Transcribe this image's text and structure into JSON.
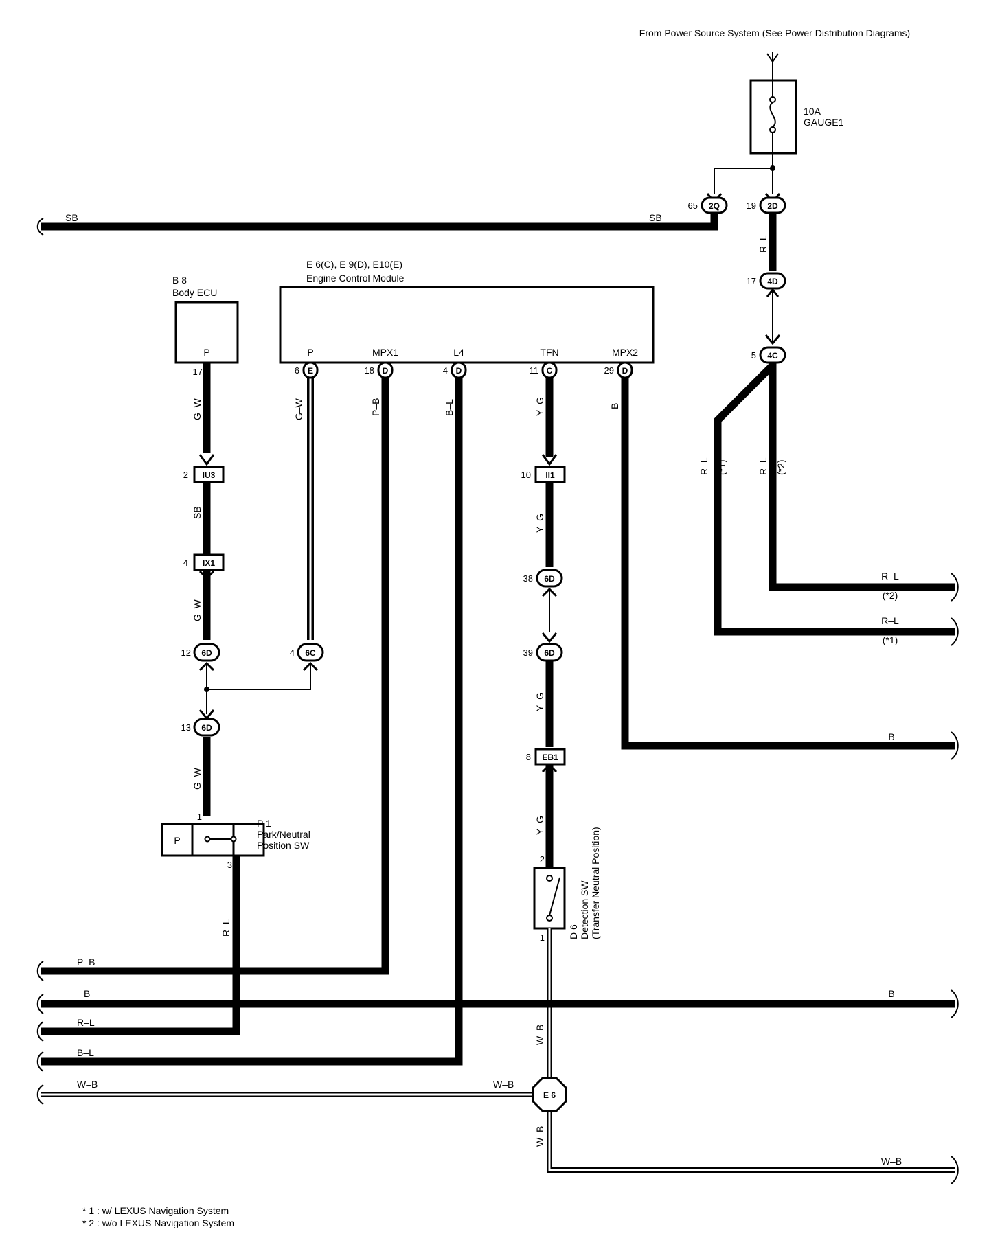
{
  "header": {
    "power_source": "From Power Source System (See Power Distribution Diagrams)"
  },
  "fuse": {
    "rating": "10A",
    "name": "GAUGE1"
  },
  "modules": {
    "body_ecu": {
      "code": "B 8",
      "name": "Body ECU",
      "terminal": "P",
      "pin": "17"
    },
    "ecm": {
      "code": "E 6(C), E 9(D), E10(E)",
      "name": "Engine Control Module",
      "terminals": [
        {
          "label": "P",
          "pin": "6",
          "conn": "E"
        },
        {
          "label": "MPX1",
          "pin": "18",
          "conn": "D"
        },
        {
          "label": "L4",
          "pin": "4",
          "conn": "D"
        },
        {
          "label": "TFN",
          "pin": "11",
          "conn": "C"
        },
        {
          "label": "MPX2",
          "pin": "29",
          "conn": "D"
        }
      ]
    },
    "park_sw": {
      "code": "P 1",
      "name1": "Park/Neutral",
      "name2": "Position SW",
      "contact": "P",
      "pin1": "1",
      "pin3": "3"
    },
    "detect_sw": {
      "code": "D 6",
      "name1": "Detection SW",
      "name2": "(Transfer Neutral Position)",
      "pin2": "2",
      "pin1": "1"
    }
  },
  "connectors": {
    "c2q": {
      "id": "2Q",
      "pin": "65"
    },
    "c2d": {
      "id": "2D",
      "pin": "19"
    },
    "c4d": {
      "id": "4D",
      "pin": "17"
    },
    "c4c": {
      "id": "4C",
      "pin": "5"
    },
    "iu3": {
      "id": "IU3",
      "pin": "2"
    },
    "ix1": {
      "id": "IX1",
      "pin": "4"
    },
    "c6d12": {
      "id": "6D",
      "pin": "12"
    },
    "c6c4": {
      "id": "6C",
      "pin": "4"
    },
    "c6d13": {
      "id": "6D",
      "pin": "13"
    },
    "ii1": {
      "id": "II1",
      "pin": "10"
    },
    "c6d38": {
      "id": "6D",
      "pin": "38"
    },
    "c6d39": {
      "id": "6D",
      "pin": "39"
    },
    "eb1": {
      "id": "EB1",
      "pin": "8"
    },
    "e6": {
      "id": "E 6"
    }
  },
  "wires": {
    "sb": "SB",
    "rl": "R–L",
    "gw": "G–W",
    "pb": "P–B",
    "bl": "B–L",
    "yg": "Y–G",
    "b": "B",
    "wb": "W–B",
    "n1": "(*1)",
    "n2": "(*2)"
  },
  "notes": {
    "n1": "* 1 : w/ LEXUS Navigation System",
    "n2": "* 2 : w/o LEXUS Navigation System"
  }
}
